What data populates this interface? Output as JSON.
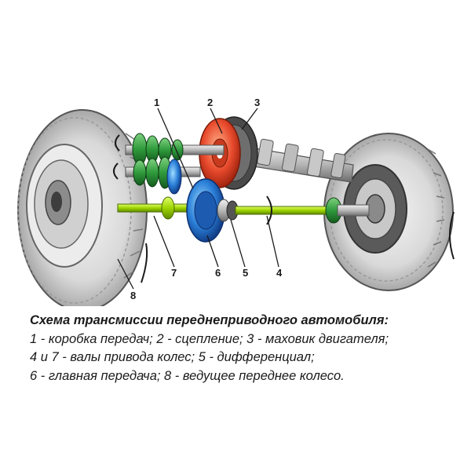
{
  "labels": {
    "l1": "1",
    "l2": "2",
    "l3": "3",
    "l4": "4",
    "l5": "5",
    "l6": "6",
    "l7": "7",
    "l8": "8"
  },
  "caption": {
    "title": "Схема трансмиссии переднеприводного автомобиля:",
    "lines": [
      "1 - коробка передач; 2 - сцепление; 3 - маховик двигателя;",
      "4 и 7 - валы привода колес; 5 - дифференциал;",
      "6 - главная передача; 8 - ведущее переднее колесо."
    ]
  },
  "colors": {
    "gearbox": "#2f9a3c",
    "clutch": "#e84a2c",
    "shaft": "#9ed400",
    "final_drive": "#2a7fd8",
    "tire": "#d4d4d4"
  },
  "icons": [
    "rotation-arrow-icon"
  ]
}
